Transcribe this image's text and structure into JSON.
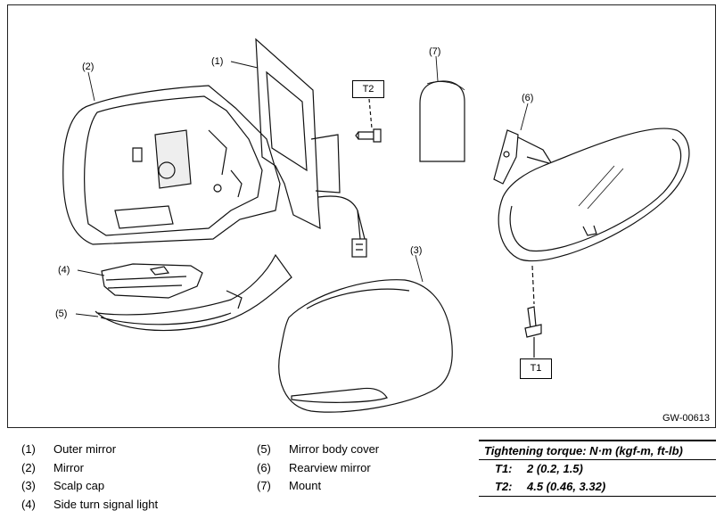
{
  "figure": {
    "code": "GW-00613",
    "callouts": [
      "(1)",
      "(2)",
      "(3)",
      "(4)",
      "(5)",
      "(6)",
      "(7)"
    ],
    "torque_labels": [
      "T1",
      "T2"
    ]
  },
  "legend": {
    "col1": [
      {
        "num": "(1)",
        "label": "Outer mirror"
      },
      {
        "num": "(2)",
        "label": "Mirror"
      },
      {
        "num": "(3)",
        "label": "Scalp cap"
      },
      {
        "num": "(4)",
        "label": "Side turn signal light"
      }
    ],
    "col2": [
      {
        "num": "(5)",
        "label": "Mirror body cover"
      },
      {
        "num": "(6)",
        "label": "Rearview mirror"
      },
      {
        "num": "(7)",
        "label": "Mount"
      }
    ]
  },
  "torque": {
    "header": "Tightening torque: N·m (kgf-m, ft-lb)",
    "rows": [
      {
        "label": "T1:",
        "value": "2 (0.2, 1.5)"
      },
      {
        "label": "T2:",
        "value": "4.5 (0.46, 3.32)"
      }
    ]
  }
}
